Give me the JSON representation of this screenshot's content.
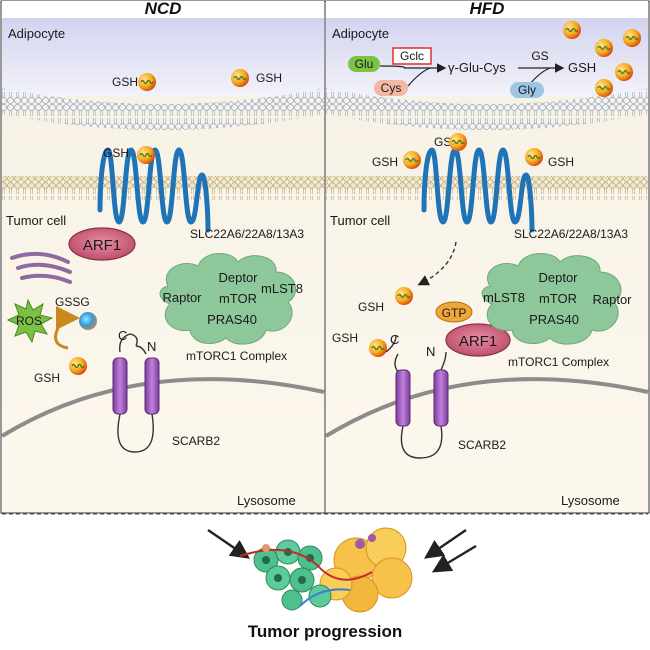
{
  "panels": {
    "ncd": {
      "title": "NCD",
      "adipocyte": "Adipocyte",
      "gsh_a": "GSH",
      "gsh_b": "GSH",
      "gsh_transporter": "GSH",
      "tumor_cell": "Tumor cell",
      "transporter": "SLC22A6/22A8/13A3",
      "arf1": "ARF1",
      "gssg": "GSSG",
      "ros": "ROS",
      "gsh_bottom": "GSH",
      "terminus_c": "C",
      "terminus_n": "N",
      "scarb2": "SCARB2",
      "mtorc1": {
        "deptor": "Deptor",
        "raptor": "Raptor",
        "mtor": "mTOR",
        "mlst8": "mLST8",
        "pras40": "PRAS40",
        "complex": "mTORC1 Complex"
      },
      "lysosome": "Lysosome"
    },
    "hfd": {
      "title": "HFD",
      "adipocyte": "Adipocyte",
      "glu": "Glu",
      "gclc": "Gclc",
      "cys": "Cys",
      "gamma_glu_cys": "γ-Glu-Cys",
      "gs": "GS",
      "gsh_product": "GSH",
      "gly": "Gly",
      "gsh_top": "GSH",
      "gsh_left": "GSH",
      "gsh_right": "GSH",
      "tumor_cell": "Tumor cell",
      "transporter": "SLC22A6/22A8/13A3",
      "gsh_cyto": "GSH",
      "gtp": "GTP",
      "arf1": "ARF1",
      "gsh_scarb": "GSH",
      "terminus_c": "C",
      "terminus_n": "N",
      "scarb2": "SCARB2",
      "mtorc1": {
        "deptor": "Deptor",
        "raptor": "Raptor",
        "mtor": "mTOR",
        "mlst8": "mLST8",
        "pras40": "PRAS40",
        "complex": "mTORC1 Complex"
      },
      "lysosome": "Lysosome"
    }
  },
  "outcome": "Tumor progression",
  "colors": {
    "adipocyte_bg": "#e3e3f3",
    "cell_bg": "#fbf4e6",
    "transporter": "#1f74b8",
    "arf1": "#c85a78",
    "mtorc1": "#8ec79a",
    "scarb2": "#a65fbf",
    "gsh_ball": "#f2a81c",
    "glu_pill": "#7cc243",
    "cys_pill": "#f1b8a4",
    "gly_pill": "#9cc6e4",
    "gtp_pill": "#f0a73a",
    "ros": "#7bc043",
    "gclc_box": "#e03c3c"
  }
}
